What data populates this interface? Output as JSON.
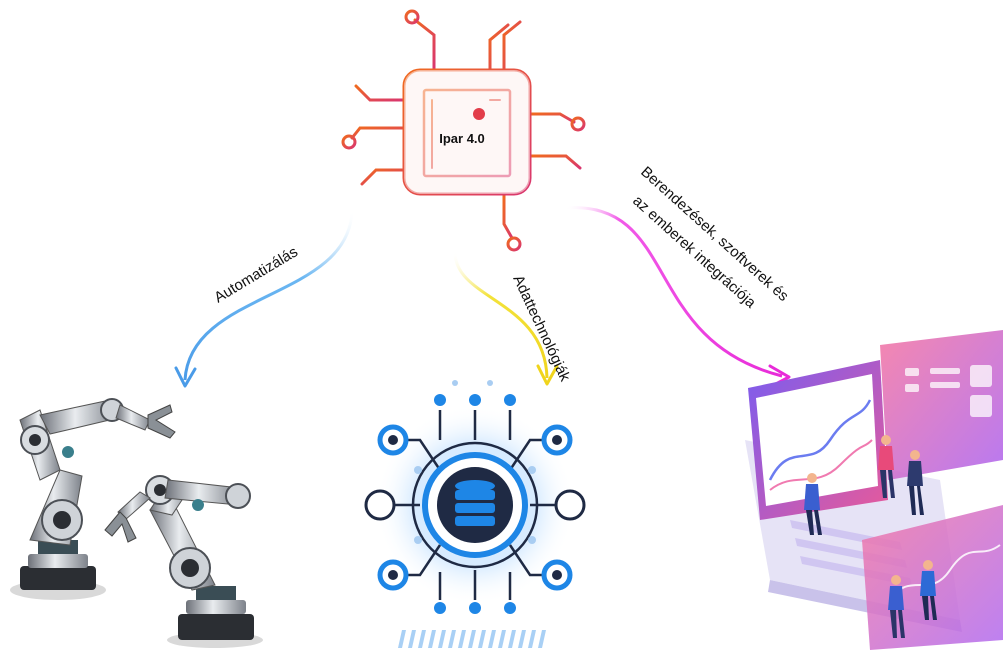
{
  "center": {
    "label": "Ipar 4.0"
  },
  "branches": {
    "automation": {
      "label": "Automatizálás",
      "color": "#55aaf0"
    },
    "data": {
      "label": "Adattechnológiák",
      "color": "#f2dc2a"
    },
    "integration": {
      "line1": "Berendezések, szoftverek és",
      "line2": "az emberek integrációja",
      "color": "#ef3be6"
    }
  },
  "colors": {
    "chip_start": "#e8531e",
    "chip_end": "#d63a7a",
    "db_blue": "#1e86e6"
  }
}
